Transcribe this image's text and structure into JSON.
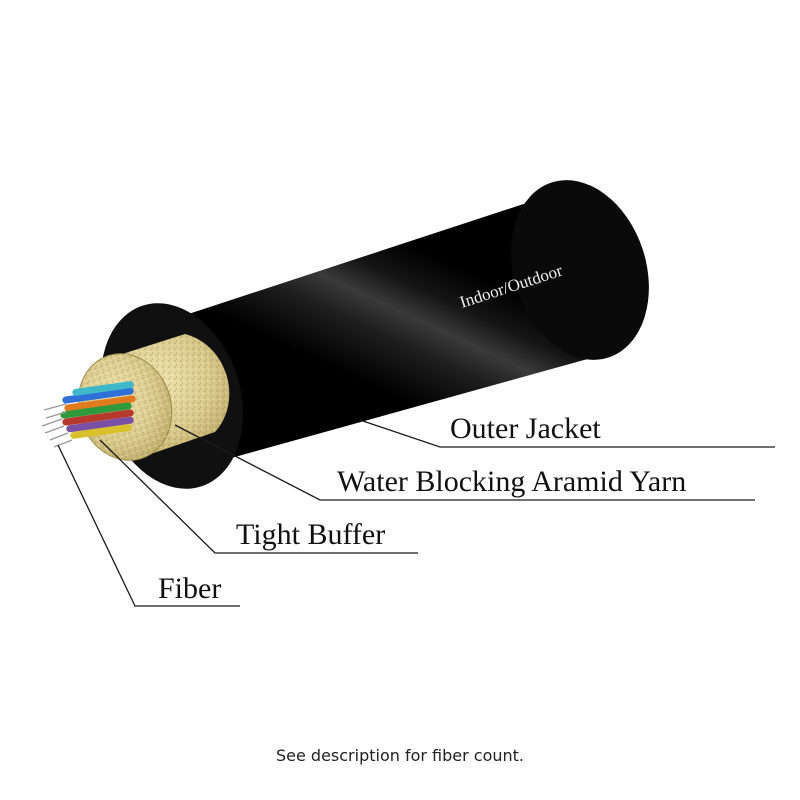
{
  "cable": {
    "print_text": "Indoor/Outdoor"
  },
  "callouts": {
    "outer_jacket": "Outer Jacket",
    "aramid_yarn": "Water Blocking Aramid Yarn",
    "tight_buffer": "Tight Buffer",
    "fiber": "Fiber"
  },
  "caption": "See description for fiber count.",
  "colors": {
    "jacket": "#0d0d0d",
    "yarn": "#d8c98a",
    "fiber_buffers": [
      "#2f6fd8",
      "#e07a1f",
      "#2e9a3c",
      "#b7392e",
      "#7a4fa6",
      "#d9c12b",
      "#3fb8c9",
      "#777777"
    ]
  }
}
